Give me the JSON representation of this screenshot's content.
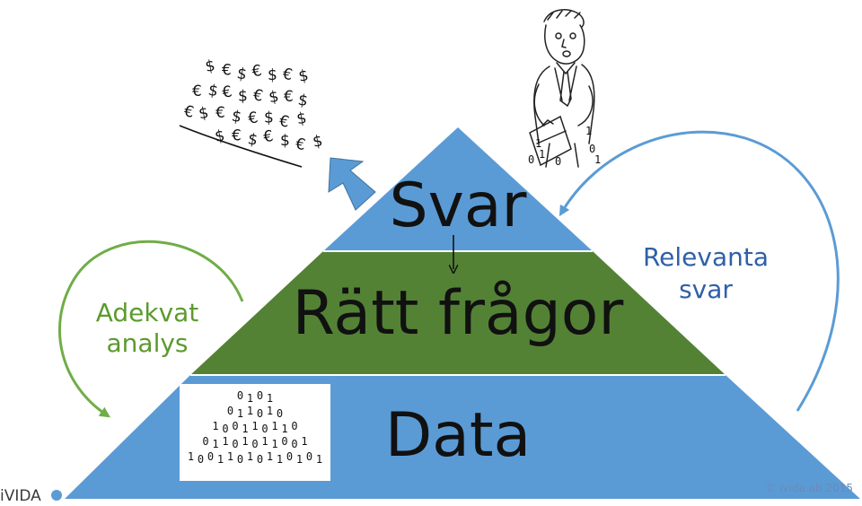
{
  "pyramid": {
    "top_label": "Svar",
    "middle_label": "Rätt frågor",
    "bottom_label": "Data",
    "colors": {
      "blue": "#5b9bd5",
      "green": "#548235",
      "arrow_left": "#70ad47",
      "arrow_right": "#5b9bd5"
    }
  },
  "left_annotation": {
    "line1": "Adekvat",
    "line2": "analys"
  },
  "right_annotation": {
    "line1": "Relevanta",
    "line2": "svar"
  },
  "icons": {
    "money_pile": "money-pile-icon",
    "businessman": "businessman-sketch-icon",
    "binary_pile": "binary-data-icon"
  },
  "money_glyphs": [
    "$",
    "€",
    "$",
    "€",
    "$",
    "€",
    "$",
    "€",
    "$",
    "€",
    "$",
    "€",
    "$",
    "€",
    "$",
    "€",
    "$",
    "€",
    "$",
    "€",
    "$",
    "€",
    "$",
    "$",
    "€",
    "$",
    "€",
    "$",
    "€",
    "$"
  ],
  "binary_digits": [
    "0",
    "1",
    "0",
    "1",
    "0",
    "1",
    "1",
    "0",
    "1",
    "0",
    "1",
    "0",
    "0",
    "1",
    "1",
    "0",
    "1",
    "1",
    "0",
    "0",
    "1",
    "1",
    "0",
    "1",
    "0",
    "1",
    "1",
    "0",
    "0",
    "1",
    "1",
    "0",
    "0",
    "1",
    "1",
    "0",
    "1",
    "0",
    "1",
    "1",
    "0",
    "1",
    "0",
    "1"
  ],
  "footer": {
    "logo": "iVIDA",
    "copyright": "© ivida ab 2015"
  }
}
